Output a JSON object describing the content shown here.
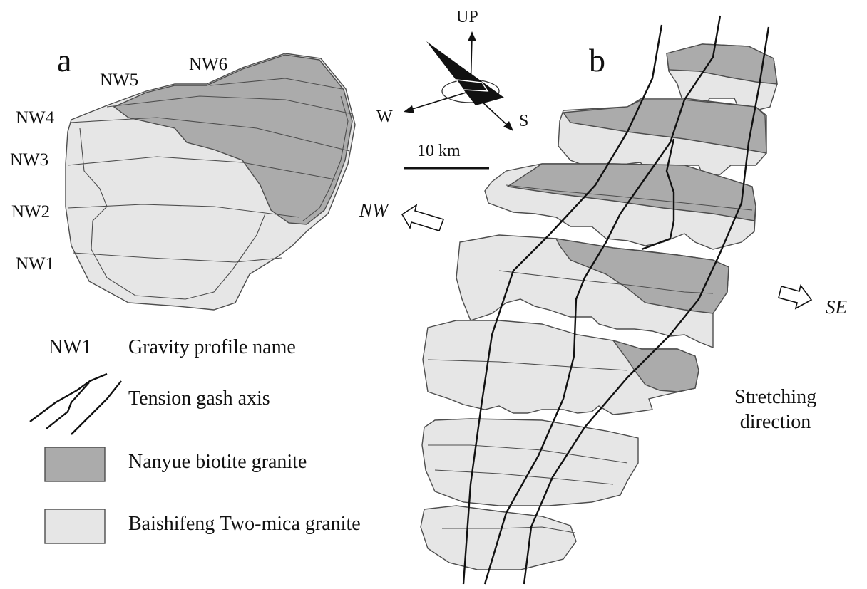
{
  "panels": {
    "a": "a",
    "b": "b"
  },
  "profiles": [
    "NW1",
    "NW2",
    "NW3",
    "NW4",
    "NW5",
    "NW6"
  ],
  "compass": {
    "up": "UP",
    "west": "W",
    "south": "S"
  },
  "scale_bar": "10 km",
  "directions": {
    "nw": "NW",
    "se": "SE"
  },
  "stretching": {
    "line1": "Stretching",
    "line2": "direction"
  },
  "legend": {
    "profile_symbol": "NW1",
    "profile_text": "Gravity profile name",
    "tension_text": "Tension gash axis",
    "nanyue_text": "Nanyue biotite granite",
    "baishifeng_text": "Baishifeng Two-mica granite"
  },
  "colors": {
    "biotite_granite": "#ababab",
    "two_mica_granite": "#e6e6e6"
  }
}
